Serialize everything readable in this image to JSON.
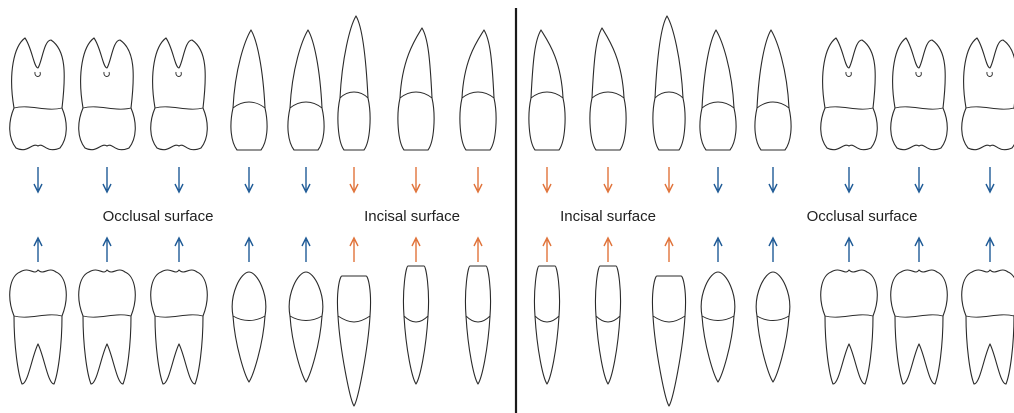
{
  "labels": {
    "left_occlusal": "Occlusal surface",
    "left_incisal": "Incisal surface",
    "right_incisal": "Incisal surface",
    "right_occlusal": "Occlusal surface"
  },
  "colors": {
    "occlusal_arrow": "#1f5a96",
    "incisal_arrow": "#e0733a",
    "divider": "#1a1a1a",
    "outline": "#2a2a2a"
  },
  "teeth": {
    "upper": [
      "molar",
      "molar",
      "molar",
      "premolar",
      "premolar",
      "canine",
      "incisor",
      "incisor",
      "incisor",
      "incisor",
      "canine",
      "premolar",
      "premolar",
      "molar",
      "molar",
      "molar"
    ],
    "lower": [
      "molar",
      "molar",
      "molar",
      "premolar",
      "premolar",
      "canine",
      "incisor",
      "incisor",
      "incisor",
      "incisor",
      "canine",
      "premolar",
      "premolar",
      "molar",
      "molar",
      "molar"
    ],
    "arrow_kinds": [
      "occlusal",
      "occlusal",
      "occlusal",
      "occlusal",
      "occlusal",
      "incisal",
      "incisal",
      "incisal",
      "incisal",
      "incisal",
      "incisal",
      "occlusal",
      "occlusal",
      "occlusal",
      "occlusal",
      "occlusal"
    ]
  }
}
